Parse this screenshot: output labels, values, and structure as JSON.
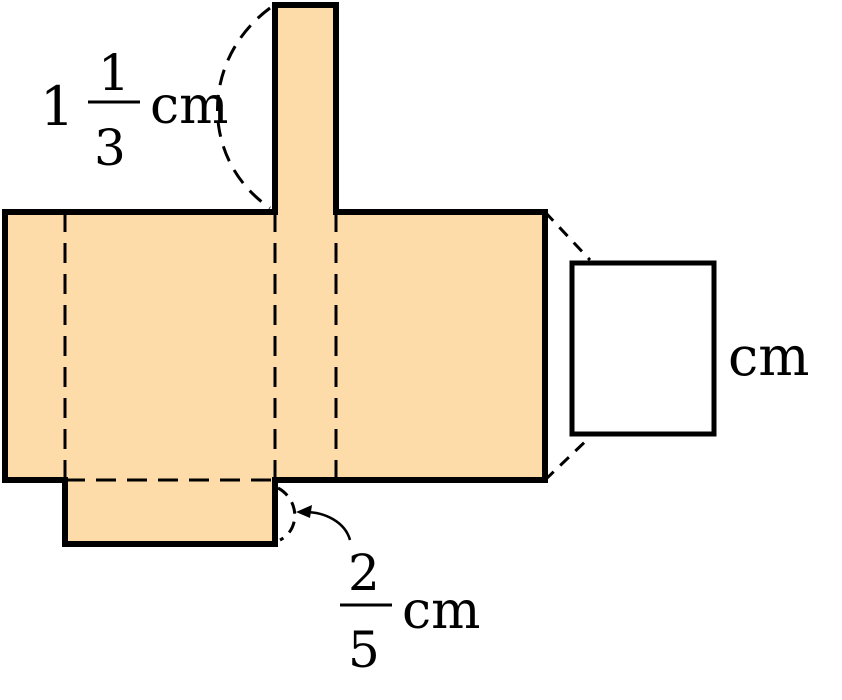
{
  "net_diagram": {
    "top_label": {
      "whole": "1",
      "numerator": "1",
      "denominator": "3",
      "unit": "cm"
    },
    "bottom_label": {
      "numerator": "2",
      "denominator": "5",
      "unit": "cm"
    },
    "side_label": {
      "unit": "cm"
    }
  },
  "colors": {
    "face_fill": "#fddcaa",
    "stroke": "#000000",
    "blank_face_fill": "#ffffff"
  }
}
